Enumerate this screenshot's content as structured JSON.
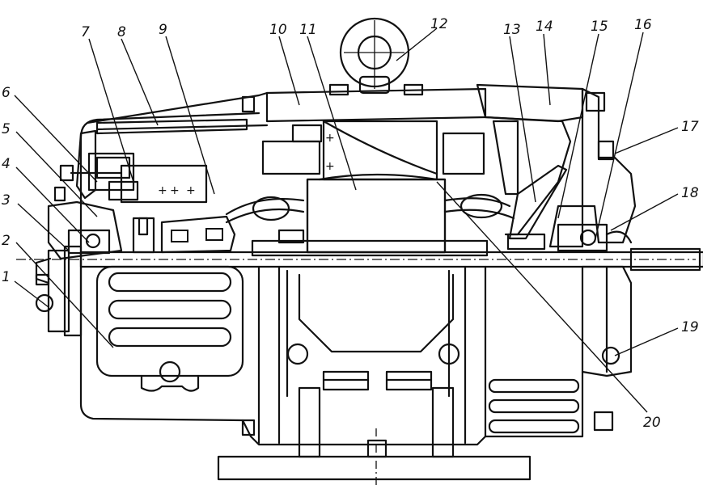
{
  "drawing": {
    "subject": "electric-motor-sectional-view",
    "callouts": [
      "1",
      "2",
      "3",
      "4",
      "5",
      "6",
      "7",
      "8",
      "9",
      "10",
      "11",
      "12",
      "13",
      "14",
      "15",
      "16",
      "17",
      "18",
      "19",
      "20"
    ]
  },
  "palette": {
    "ink": "#111111",
    "paper": "#ffffff"
  }
}
